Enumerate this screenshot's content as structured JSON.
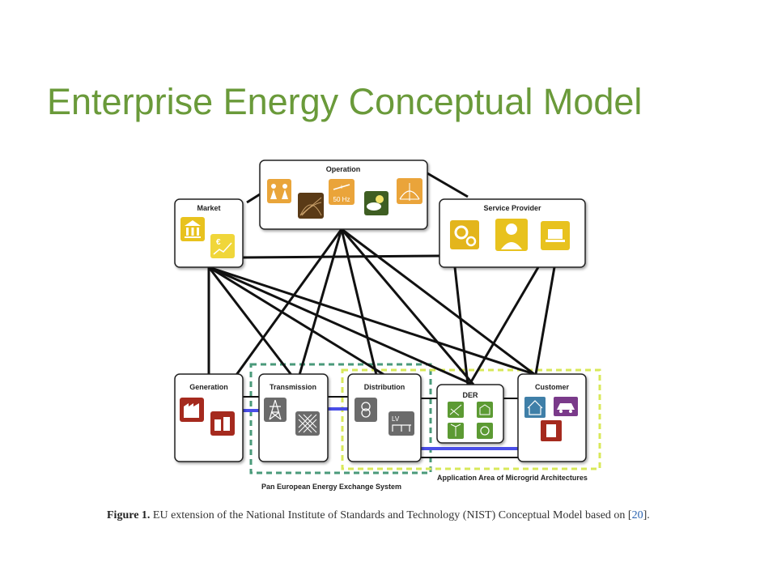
{
  "slide": {
    "title": "Enterprise Energy Conceptual Model"
  },
  "diagram": {
    "nodes": {
      "market": "Market",
      "operation": "Operation",
      "service_provider": "Service Provider",
      "generation": "Generation",
      "transmission": "Transmission",
      "distribution": "Distribution",
      "der": "DER",
      "customer": "Customer"
    },
    "icon_text": {
      "frequency": "50 Hz",
      "euro": "€",
      "lv": "LV"
    },
    "regions": {
      "pan_european": "Pan European Energy Exchange System",
      "microgrid": "Application Area of Microgrid Architectures"
    },
    "colors": {
      "title_green": "#6a9a3a",
      "market_yellow": "#e8c21e",
      "operation_orange": "#e9a53a",
      "service_gold": "#e3b51c",
      "generation_red": "#a52a1e",
      "grid_gray": "#6b6b6b",
      "der_green": "#5c9a33",
      "customer_blue": "#3f7fa8",
      "customer_purple": "#7a3a8a",
      "line_blue": "#4a4ee8",
      "pan_european_dash": "#4a9a7a",
      "microgrid_dash": "#d8e85a"
    }
  },
  "caption": {
    "label": "Figure 1.",
    "text": " EU extension of the National Institute of Standards and Technology (NIST) Conceptual Model based on [",
    "ref": "20",
    "end": "]."
  }
}
